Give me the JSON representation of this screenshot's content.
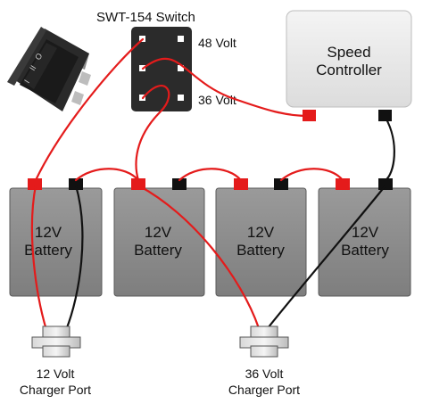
{
  "switch": {
    "title": "SWT-154 Switch",
    "label_48": "48 Volt",
    "label_36": "36 Volt"
  },
  "controller": {
    "line1": "Speed",
    "line2": "Controller"
  },
  "batteries": [
    {
      "line1": "12V",
      "line2": "Battery"
    },
    {
      "line1": "12V",
      "line2": "Battery"
    },
    {
      "line1": "12V",
      "line2": "Battery"
    },
    {
      "line1": "12V",
      "line2": "Battery"
    }
  ],
  "charger_12": {
    "line1": "12 Volt",
    "line2": "Charger Port"
  },
  "charger_36": {
    "line1": "36 Volt",
    "line2": "Charger Port"
  },
  "colors": {
    "positive": "#e41b1b",
    "negative": "#111111",
    "battery": "#8e8e8e",
    "controller": "#e9e9e9"
  }
}
